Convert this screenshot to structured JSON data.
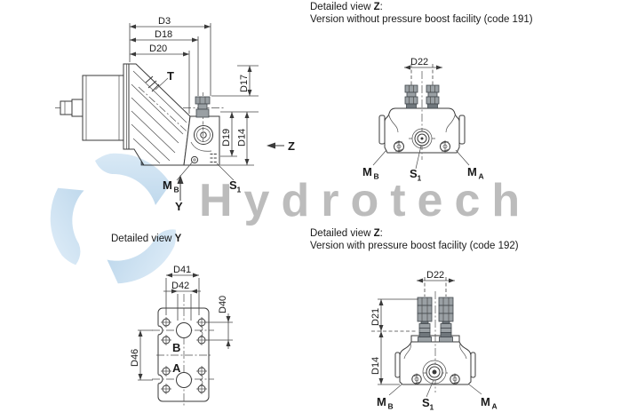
{
  "page": {
    "background": "#ffffff"
  },
  "watermark": {
    "brand": "Hydrotech",
    "text_color": "#bcbcbc",
    "swirl_light": "#dcebf7",
    "swirl_dark": "#96bedd"
  },
  "headers": {
    "detail_z_191": {
      "prefix": "Detailed view ",
      "view": "Z",
      "colon": ":",
      "subtitle": "Version without pressure boost facility (code 191)"
    },
    "detail_y": {
      "prefix": "Detailed view ",
      "view": "Y"
    },
    "detail_z_192": {
      "prefix": "Detailed view ",
      "view": "Z",
      "colon": ":",
      "subtitle": "Version with pressure boost facility (code 192)"
    }
  },
  "dims": {
    "d3": "D3",
    "d18": "D18",
    "d20": "D20",
    "d17": "D17",
    "d19": "D19",
    "d14": "D14",
    "d21": "D21",
    "d22": "D22",
    "d40": "D40",
    "d41": "D41",
    "d42": "D42",
    "d46": "D46"
  },
  "labels": {
    "t": "T",
    "y": "Y",
    "z": "Z",
    "a": "A",
    "b": "B",
    "m": "M",
    "s": "S",
    "sub_a": "A",
    "sub_b": "B",
    "sub_1": "1"
  }
}
